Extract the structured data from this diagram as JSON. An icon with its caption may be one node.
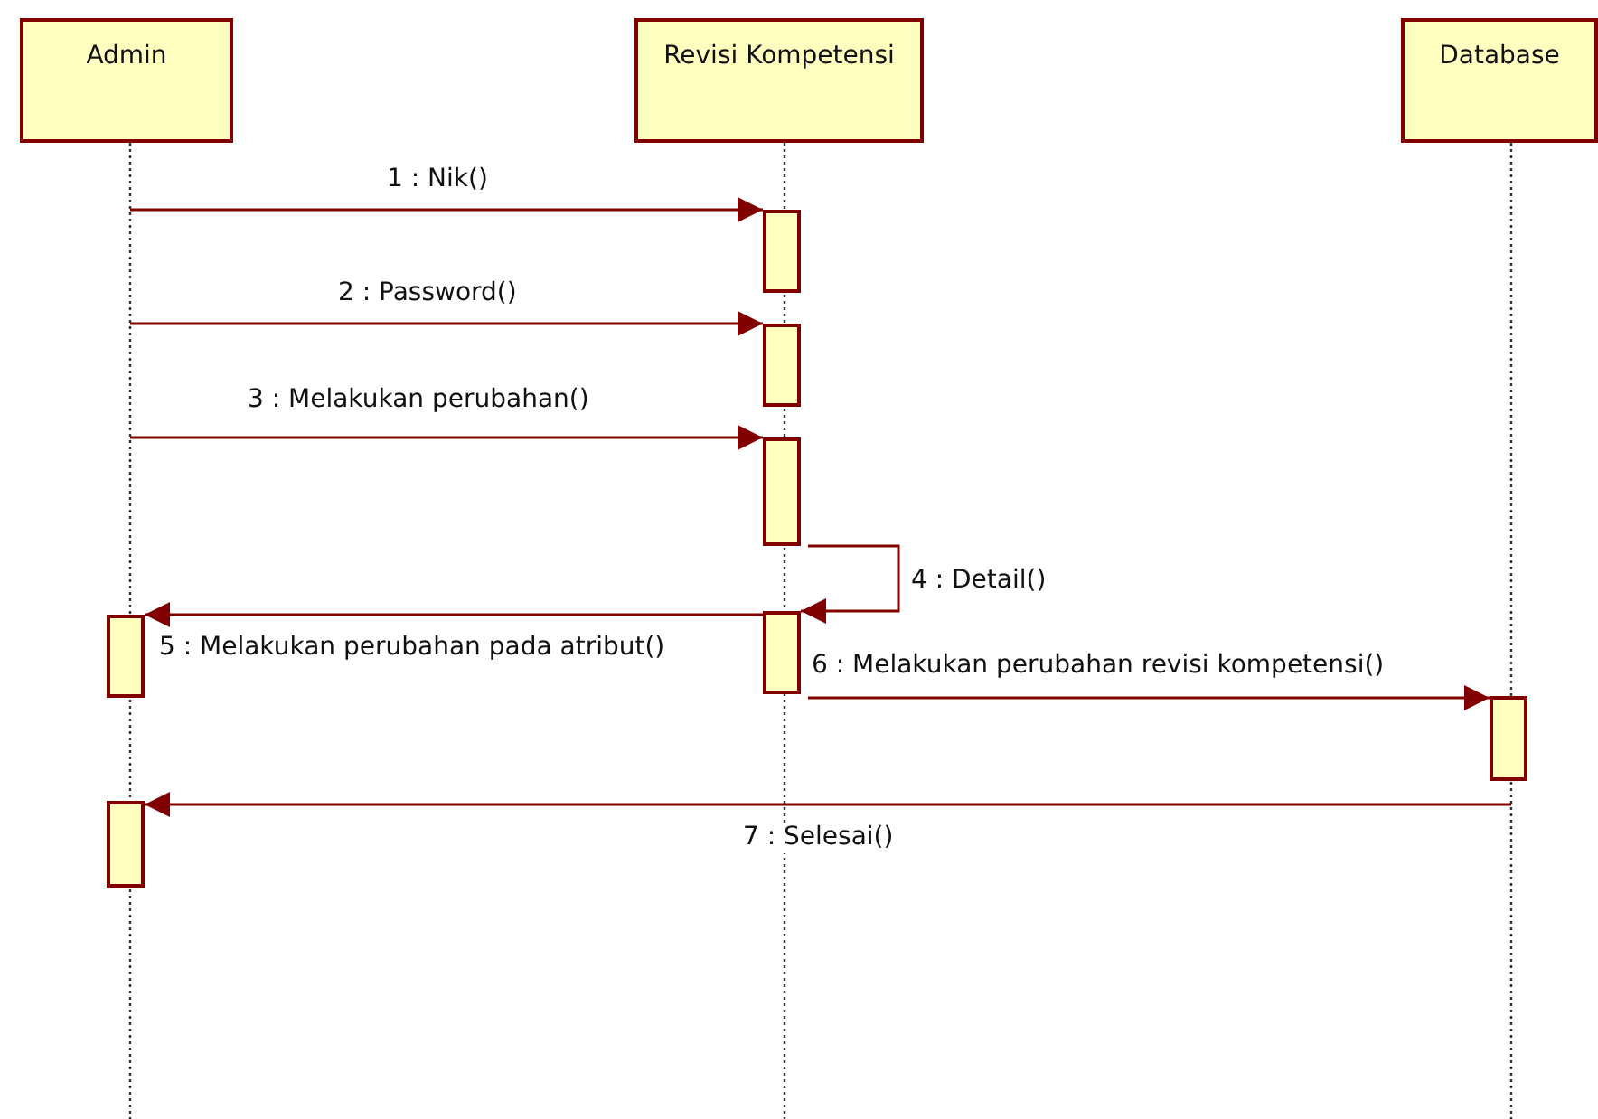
{
  "diagram": {
    "nodes": [
      {
        "text": [
          "Admin"
        ]
      },
      {
        "text": [
          "Revisi Kompetensi"
        ]
      },
      {
        "text": [
          "Database"
        ]
      },
      {
        "text": [],
        "shape": "bar"
      },
      {
        "text": [],
        "shape": "bar"
      },
      {
        "text": [],
        "shape": "bar"
      },
      {
        "text": [],
        "shape": "bar"
      },
      {
        "text": [],
        "shape": "bar"
      },
      {
        "text": [],
        "shape": "bar"
      },
      {
        "text": [],
        "shape": "bar"
      }
    ],
    "edges": [
      {
        "from": null,
        "to": 3,
        "arrow": "to",
        "label": "1 : Nik()"
      },
      {
        "from": null,
        "to": 4,
        "arrow": "to",
        "label": "2 : Password()"
      },
      {
        "from": null,
        "to": 5,
        "arrow": "to",
        "label": "3 : Melakukan perubahan()"
      },
      {
        "from": 5,
        "to": 6,
        "arrow": "to",
        "label": "4 : Detail()"
      },
      {
        "from": 6,
        "to": 7,
        "arrow": "to",
        "label": "5 : Melakukan perubahan pada atribut()"
      },
      {
        "from": 6,
        "to": 8,
        "arrow": "to",
        "label": "6 : Melakukan perubahan revisi kompetensi()"
      },
      {
        "from": null,
        "to": 9,
        "arrow": "to",
        "label": "7 : Selesai()"
      }
    ]
  }
}
